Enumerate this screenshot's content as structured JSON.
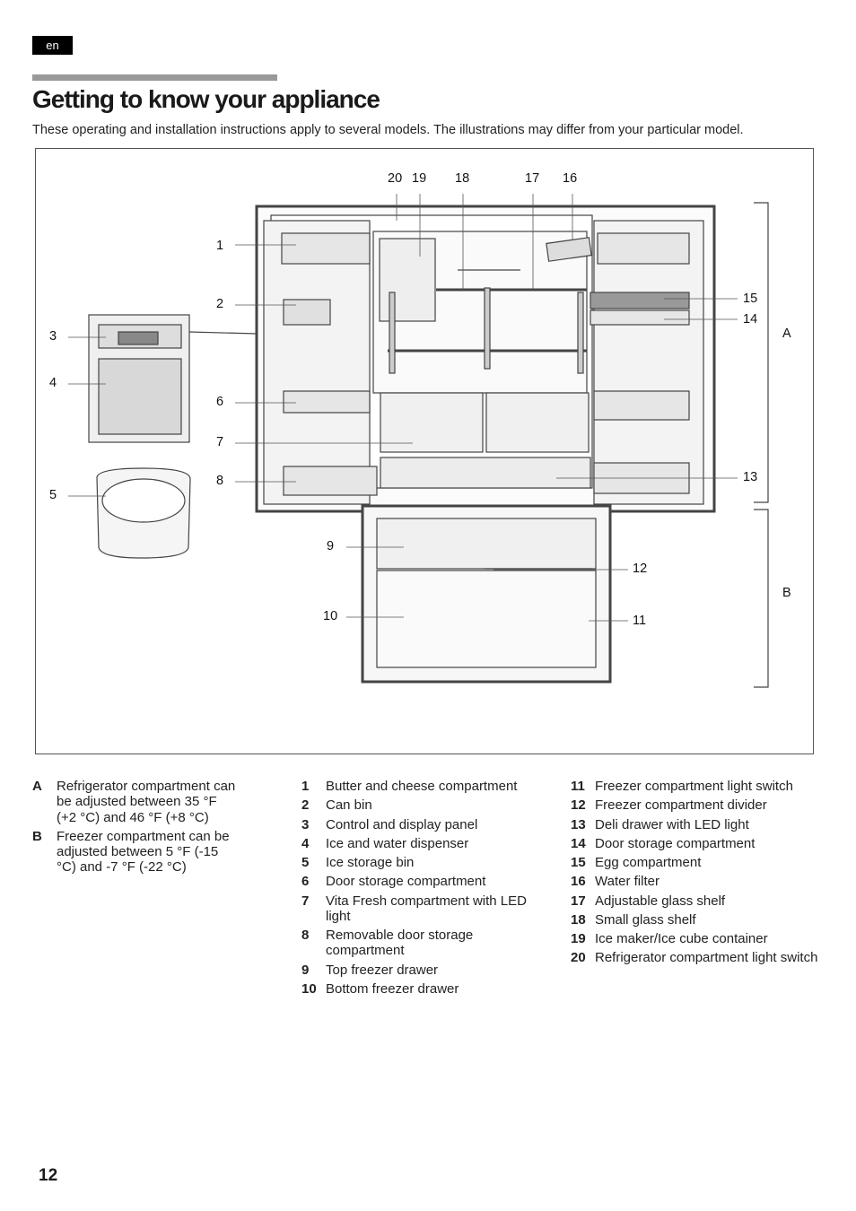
{
  "header": {
    "language_tab": "en"
  },
  "title": "Getting to know your appliance",
  "intro": "These operating and installation instructions apply to several models. The illustrations may differ from your particular model.",
  "figure": {
    "callouts": {
      "c1": "1",
      "c2": "2",
      "c3": "3",
      "c4": "4",
      "c5": "5",
      "c6": "6",
      "c7": "7",
      "c8": "8",
      "c9": "9",
      "c10": "10",
      "c11": "11",
      "c12": "12",
      "c13": "13",
      "c14": "14",
      "c15": "15",
      "c16": "16",
      "c17": "17",
      "c18": "18",
      "c19": "19",
      "c20": "20",
      "cA": "A",
      "cB": "B"
    }
  },
  "legend_compartments": [
    {
      "key": "A",
      "text": "Refrigerator compartment can be adjusted between 35 °F (+2 °C) and 46 °F (+8 °C)"
    },
    {
      "key": "B",
      "text": "Freezer compartment can be adjusted between 5 °F (-15 °C) and -7 °F (-22 °C)"
    }
  ],
  "legend_parts_1": [
    {
      "key": "1",
      "text": "Butter and cheese compartment"
    },
    {
      "key": "2",
      "text": "Can bin"
    },
    {
      "key": "3",
      "text": "Control and display panel"
    },
    {
      "key": "4",
      "text": "Ice and water dispenser"
    },
    {
      "key": "5",
      "text": "Ice storage bin"
    },
    {
      "key": "6",
      "text": "Door storage compartment"
    },
    {
      "key": "7",
      "text": "Vita Fresh compartment with LED light"
    },
    {
      "key": "8",
      "text": "Removable door storage compartment"
    },
    {
      "key": "9",
      "text": "Top freezer drawer"
    },
    {
      "key": "10",
      "text": "Bottom freezer drawer"
    }
  ],
  "legend_parts_2": [
    {
      "key": "11",
      "text": "Freezer compartment light switch"
    },
    {
      "key": "12",
      "text": "Freezer compartment divider"
    },
    {
      "key": "13",
      "text": "Deli drawer with LED light"
    },
    {
      "key": "14",
      "text": "Door storage compartment"
    },
    {
      "key": "15",
      "text": "Egg compartment"
    },
    {
      "key": "16",
      "text": "Water filter"
    },
    {
      "key": "17",
      "text": "Adjustable glass shelf"
    },
    {
      "key": "18",
      "text": "Small glass shelf"
    },
    {
      "key": "19",
      "text": "Ice maker/Ice cube container"
    },
    {
      "key": "20",
      "text": "Refrigerator compartment light switch"
    }
  ],
  "footer": {
    "page_number": "12"
  }
}
